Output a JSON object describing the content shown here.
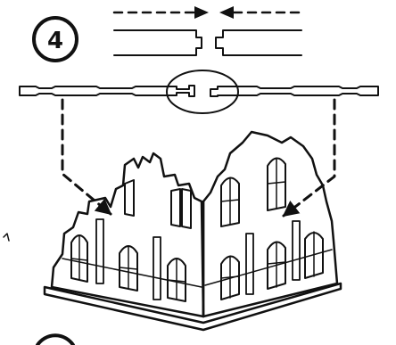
{
  "step": {
    "number": "4"
  },
  "icons": {
    "step_badge": "step-number-circle",
    "insert_arrows": "insertion-direction-arrows",
    "joint_highlight": "joint-highlight-ellipse",
    "placement_arrows": "placement-dashed-arrows",
    "model": "ruined-building-model"
  },
  "colors": {
    "ink": "#111111",
    "paper": "#ffffff"
  }
}
